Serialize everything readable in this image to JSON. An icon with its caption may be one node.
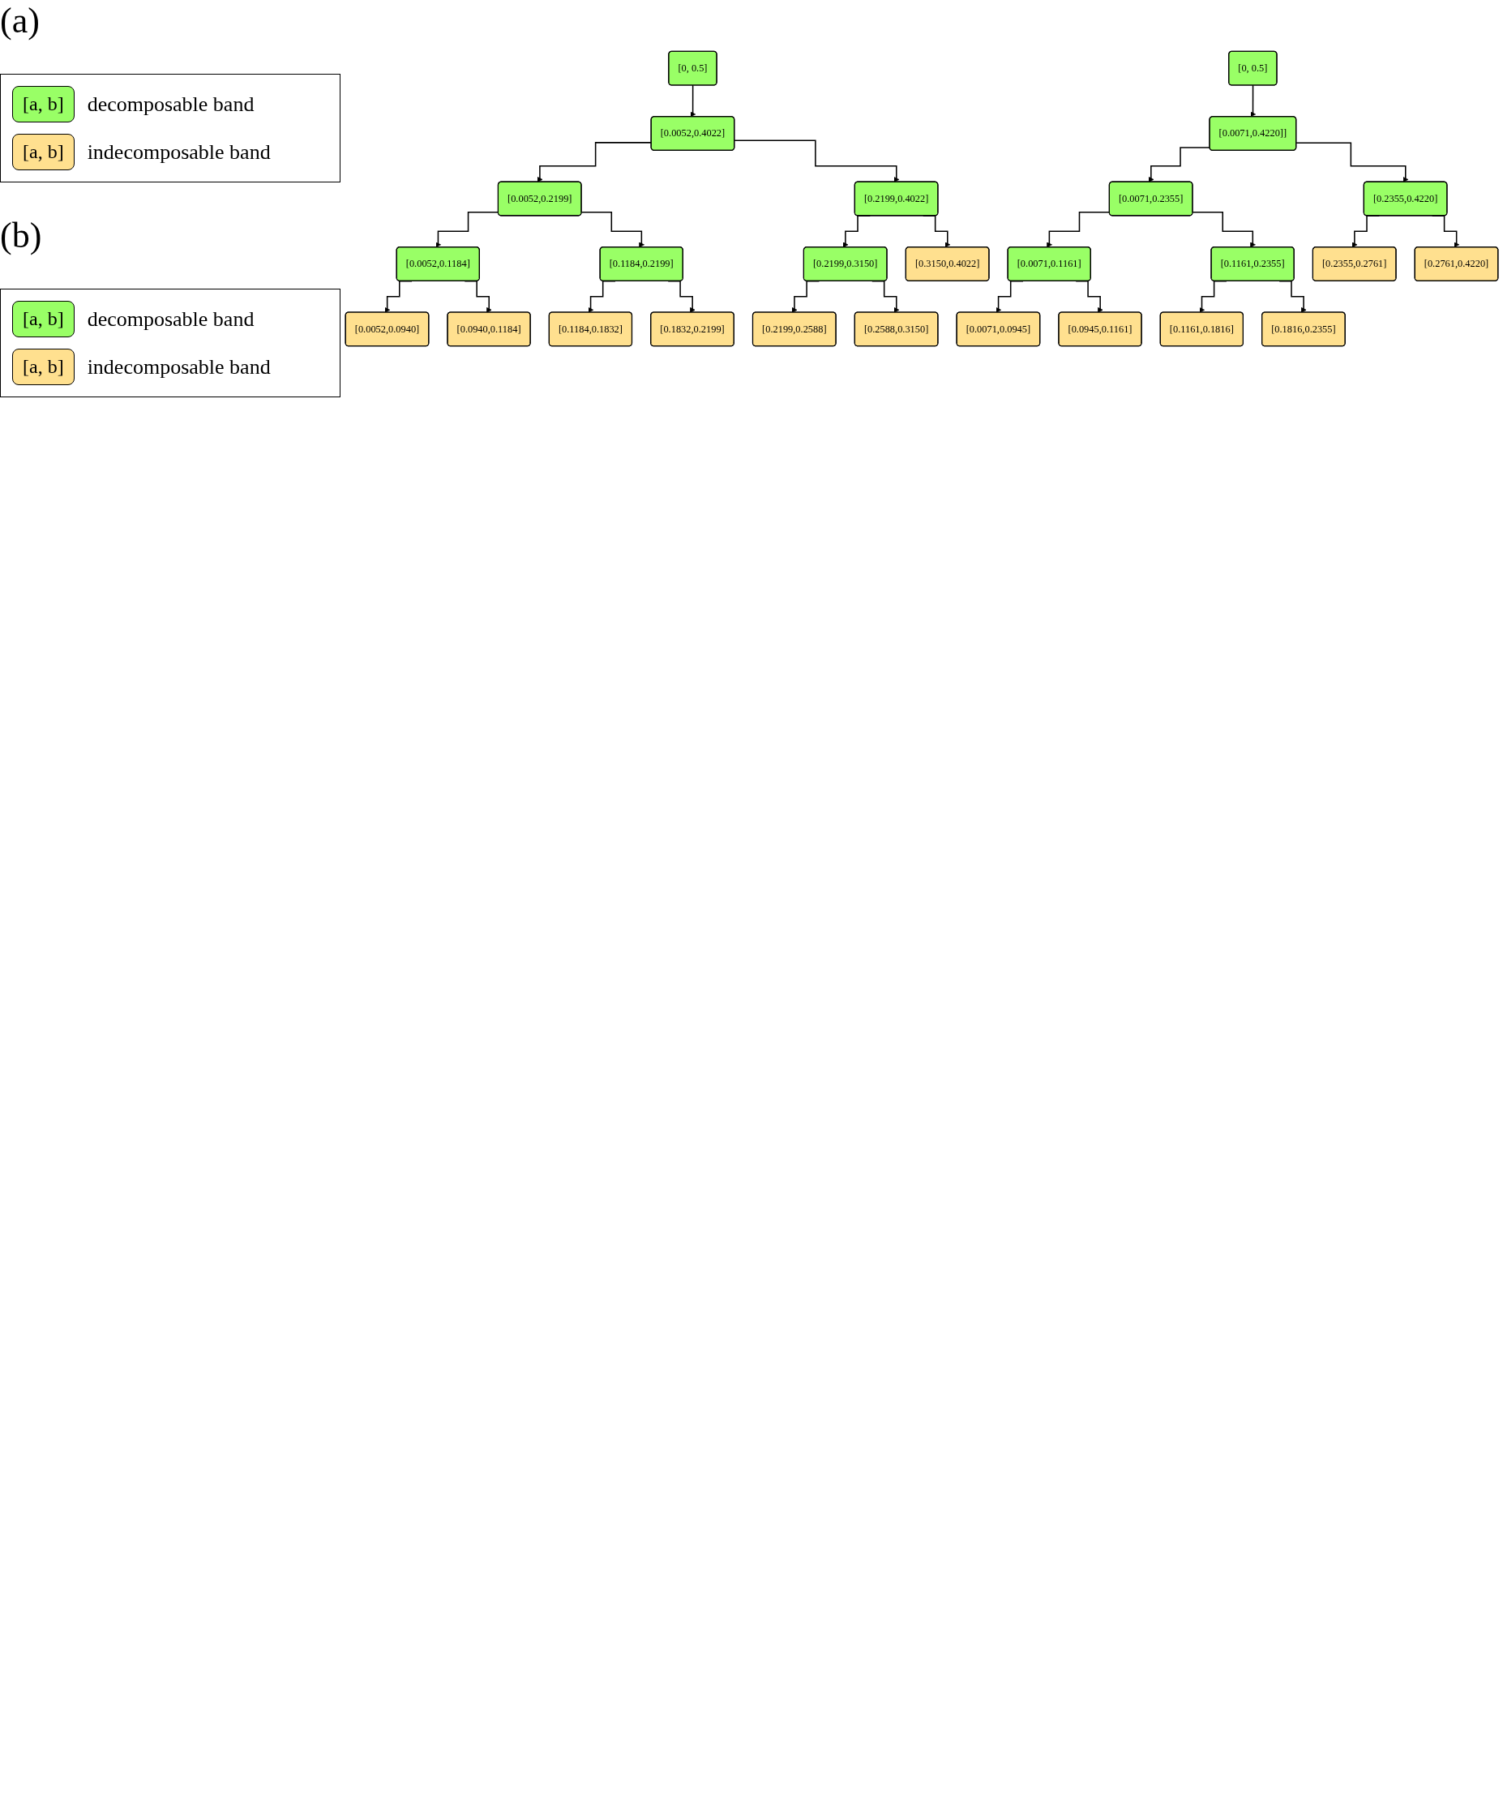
{
  "diagram": {
    "nodes": [
      {
        "text": [
          "[0, 0.5]"
        ]
      },
      {
        "text": [
          "[0.0052,0.4022]"
        ]
      },
      {
        "text": [
          "[0.0052,0.2199]"
        ]
      },
      {
        "text": [
          "[0.2199,0.4022]"
        ]
      },
      {
        "text": [
          "[0.0052,0.1184]"
        ]
      },
      {
        "text": [
          "[0.1184,0.2199]"
        ]
      },
      {
        "text": [
          "[0.2199,0.3150]"
        ]
      },
      {
        "text": [
          "[0.3150,0.4022]"
        ]
      },
      {
        "text": [
          "[0.0052,0.0940]"
        ]
      },
      {
        "text": [
          "[0.0940,0.1184]"
        ]
      },
      {
        "text": [
          "[0.1184,0.1832]"
        ]
      },
      {
        "text": [
          "[0.1832,0.2199]"
        ]
      },
      {
        "text": [
          "[0.2199,0.2588]"
        ]
      },
      {
        "text": [
          "[0.2588,0.3150]"
        ]
      },
      {
        "text": [
          "[0, 0.5]"
        ]
      },
      {
        "text": [
          "[0.0071,0.4220]]"
        ]
      },
      {
        "text": [
          "[0.0071,0.2355]"
        ]
      },
      {
        "text": [
          "[0.2355,0.4220]"
        ]
      },
      {
        "text": [
          "[0.0071,0.1161]"
        ]
      },
      {
        "text": [
          "[0.1161,0.2355]"
        ]
      },
      {
        "text": [
          "[0.2355,0.2761]"
        ]
      },
      {
        "text": [
          "[0.2761,0.4220]"
        ]
      },
      {
        "text": [
          "[0.0071,0.0945]"
        ]
      },
      {
        "text": [
          "[0.0945,0.1161]"
        ]
      },
      {
        "text": [
          "[0.1161,0.1816]"
        ]
      },
      {
        "text": [
          "[0.1816,0.2355]"
        ]
      }
    ],
    "edges": [
      {
        "from": 0,
        "to": 1,
        "arrow": "to"
      },
      {
        "from": 1,
        "to": 2,
        "arrow": "to"
      },
      {
        "from": 1,
        "to": 3,
        "arrow": "to"
      },
      {
        "from": 2,
        "to": 4,
        "arrow": "to"
      },
      {
        "from": 2,
        "to": 5,
        "arrow": "to"
      },
      {
        "from": 3,
        "to": 6,
        "arrow": "to"
      },
      {
        "from": 3,
        "to": 7,
        "arrow": "to"
      },
      {
        "from": 4,
        "to": 8,
        "arrow": "to"
      },
      {
        "from": 4,
        "to": 9,
        "arrow": "to"
      },
      {
        "from": 5,
        "to": 10,
        "arrow": "to"
      },
      {
        "from": 5,
        "to": 11,
        "arrow": "to"
      },
      {
        "from": 6,
        "to": 12,
        "arrow": "to"
      },
      {
        "from": 6,
        "to": 13,
        "arrow": "to"
      },
      {
        "from": 14,
        "to": 15,
        "arrow": "to"
      },
      {
        "from": 15,
        "to": 16,
        "arrow": "to"
      },
      {
        "from": 15,
        "to": 17,
        "arrow": "to"
      },
      {
        "from": 16,
        "to": 18,
        "arrow": "to"
      },
      {
        "from": 16,
        "to": 19,
        "arrow": "to"
      },
      {
        "from": 17,
        "to": 20,
        "arrow": "to"
      },
      {
        "from": 17,
        "to": 21,
        "arrow": "to"
      },
      {
        "from": 18,
        "to": 22,
        "arrow": "to"
      },
      {
        "from": 18,
        "to": 23,
        "arrow": "to"
      },
      {
        "from": 19,
        "to": 24,
        "arrow": "to"
      },
      {
        "from": 19,
        "to": 25,
        "arrow": "to"
      }
    ],
    "labels": [
      "(a)",
      "[a, b]",
      "[a, b]",
      "(b)",
      "[a, b]",
      "[a, b]"
    ],
    "legend": [
      {
        "text": "decomposable band",
        "color": "#99ff66"
      },
      {
        "text": "indecomposable band",
        "color": "#ffe08f"
      },
      {
        "text": "decomposable band",
        "color": "#99ff66"
      },
      {
        "text": "indecomposable band",
        "color": "#ffe08f"
      }
    ]
  }
}
